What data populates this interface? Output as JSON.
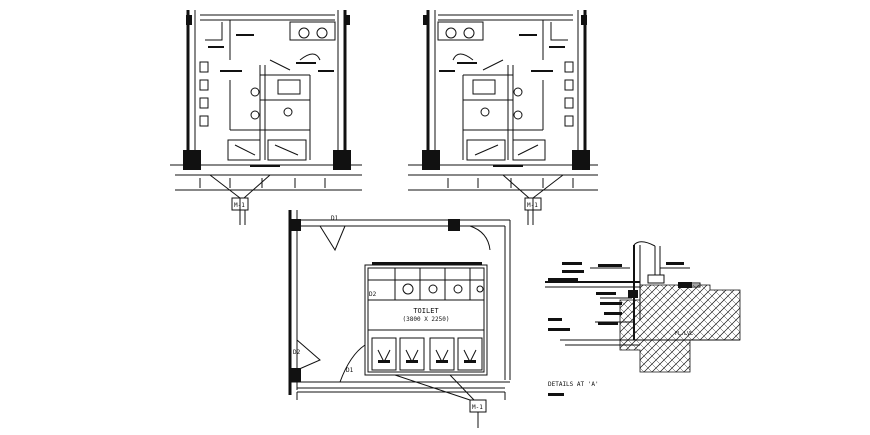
{
  "labels": {
    "tag_left": "M-1",
    "tag_right": "M-1",
    "tag_bottom": "M-1",
    "door_d1_top": "D1",
    "door_d1_bottom": "D1",
    "door_d2_left": "D2",
    "door_d2_inner": "D2",
    "toilet_title": "TOILET",
    "toilet_size": "(3800 X 2250)",
    "details_caption": "DETAILS AT 'A'",
    "level_note": "FL.LVL"
  },
  "colors": {
    "ink": "#111111",
    "paper": "#ffffff"
  }
}
